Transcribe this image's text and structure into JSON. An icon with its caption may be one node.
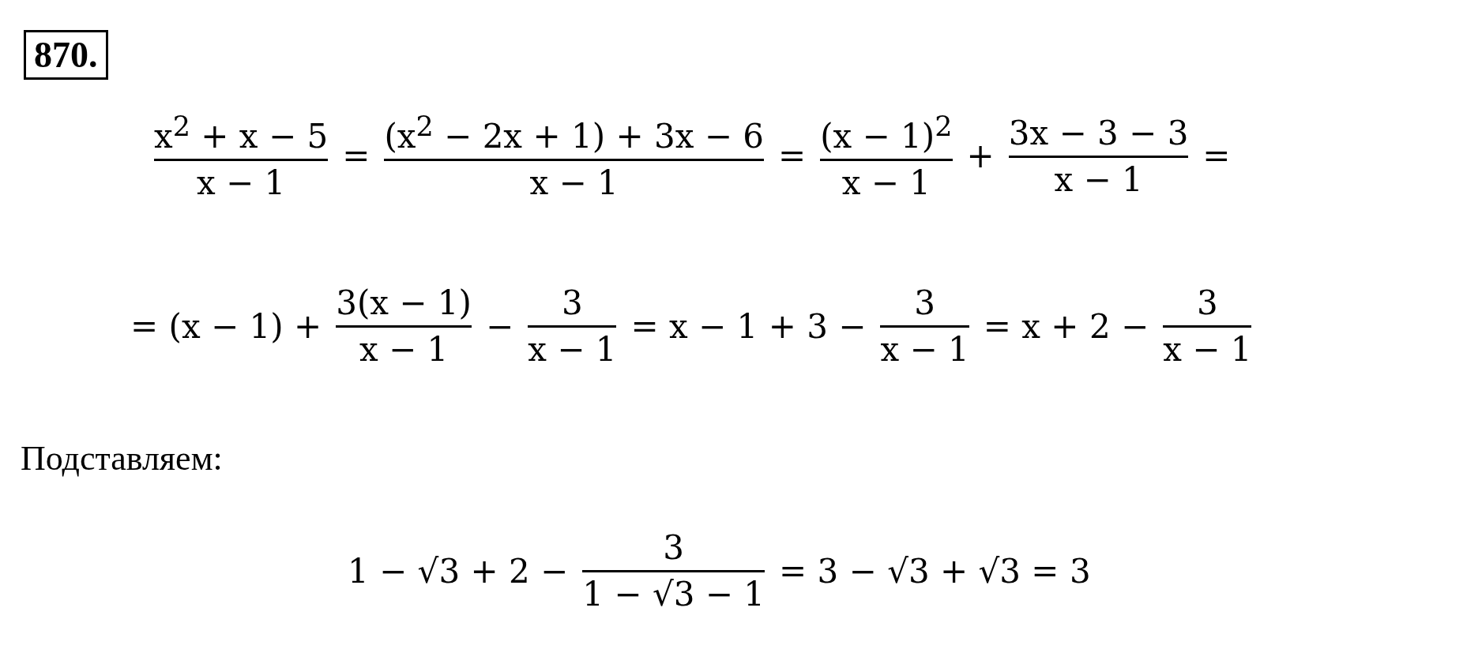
{
  "diagram": {
    "nodes": [
      {
        "text": [
          "870."
        ]
      }
    ],
    "labels": [
      "x$^{2}$ + x − 5",
      "x − 1",
      "=",
      "(x$^{2}$ − 2x + 1) + 3x − 6",
      "x − 1",
      "=",
      "(x − 1)$^{2}$",
      "x − 1",
      "+",
      "3x − 3 − 3",
      "x − 1",
      "=",
      "= (x − 1) +",
      "3(x − 1)",
      "x − 1",
      "−",
      "3",
      "x − 1",
      "= x − 1 + 3 −",
      "3",
      "x − 1",
      "= x + 2 −",
      "3",
      "x − 1",
      "Подставляем:",
      "1 − √3 + 2 −",
      "3",
      "1 − √3 − 1",
      "= 3 − √3 + √3 = 3"
    ]
  }
}
